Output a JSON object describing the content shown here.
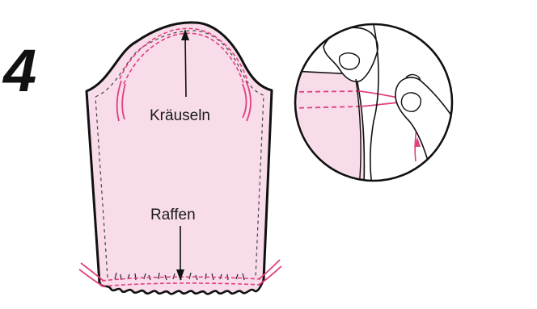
{
  "step_number": "4",
  "labels": {
    "top": "Kräuseln",
    "bottom": "Raffen"
  },
  "colors": {
    "fabric": "#f8dcea",
    "outline": "#111111",
    "thread": "#e0407f",
    "skin": "#ffffff"
  }
}
